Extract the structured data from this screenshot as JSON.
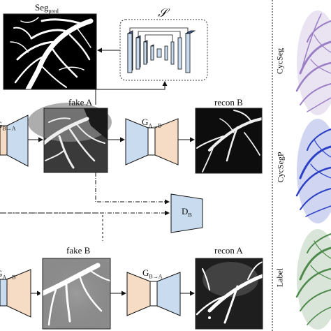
{
  "labels": {
    "seg_pred_base": "Seg",
    "seg_pred_sub": "pred",
    "segmenter": "𝒮",
    "fake_a": "fake A",
    "recon_b": "recon B",
    "fake_b": "fake B",
    "recon_a": "recon A",
    "g_b_to_a_left_base": "G",
    "g_b_to_a_left_sub": "B→A",
    "g_a_to_b_base": "G",
    "g_a_to_b_sub": "A→B",
    "d_b_base": "D",
    "d_b_sub": "B",
    "g_a_to_b_left_base": "G",
    "g_a_to_b_left_sub": "A→B",
    "g_b_to_a_base": "G",
    "g_b_to_a_sub": "B→A"
  },
  "side_labels": [
    "CycSeg",
    "CycSegP",
    "Label"
  ],
  "colors": {
    "encoder_blue": "#c9dcef",
    "decoder_peach": "#f6dcc4",
    "outline": "#1a1a1a",
    "cycseg_purple": "#9b7fc6",
    "cycsegp_blue": "#2b3fc4",
    "label_green": "#4f8a4c"
  }
}
